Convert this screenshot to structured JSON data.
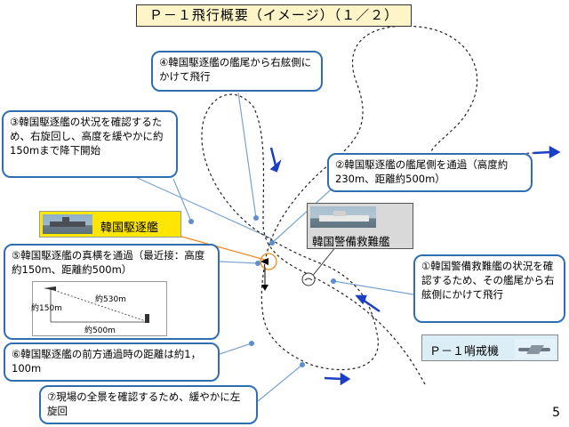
{
  "title": "Ｐ－１飛行概要（イメージ）（１／２）",
  "callouts": {
    "c1": "①韓国警備救難艦の状況を確認するため、その艦尾から右舷側にかけて飛行",
    "c2": "②韓国駆逐艦の艦尾側を通過（高度約230m、距離約500m）",
    "c3": "③韓国駆逐艦の状況を確認するため、右旋回し、高度を緩やかに約150mまで降下開始",
    "c4": "④韓国駆逐艦の艦尾から右舷側にかけて飛行",
    "c5": "⑤韓国駆逐艦の真横を通過（最近接：高度約150m、距離約500m）",
    "c6": "⑥韓国駆逐艦の前方通過時の距離は約1，100m",
    "c7": "⑦現場の全景を確認するため、緩やかに左旋回"
  },
  "labels": {
    "destroyer": "韓国駆逐艦",
    "rescue_ship": "韓国警備救難艦",
    "p1": "Ｐ－１哨戒機"
  },
  "mini_diagram": {
    "alt": "約150m",
    "slant": "約530m",
    "dist": "約500m"
  },
  "page_number": "5",
  "icons": [
    "destroyer-photo",
    "rescue-ship-photo",
    "p1-aircraft-photo",
    "route-arrow-icon"
  ],
  "colors": {
    "callout_border": "#2f6fb0",
    "route_arrow": "#1a3fc4",
    "title_bg": "#fdf5c8",
    "destroyer_label_bg": "#ffe600"
  }
}
